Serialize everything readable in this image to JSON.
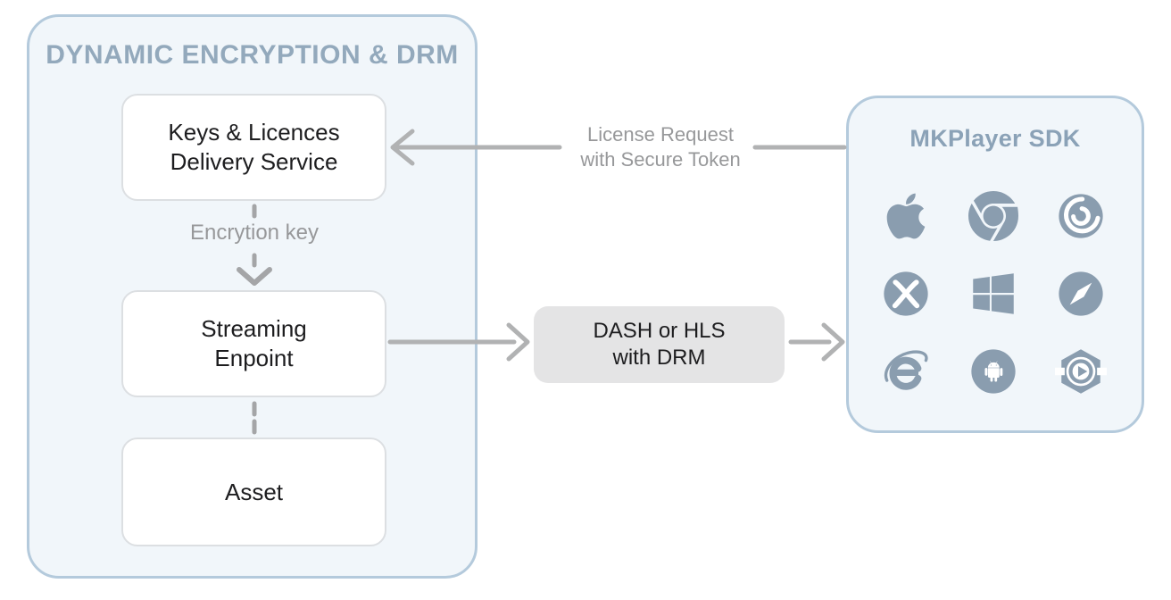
{
  "colors": {
    "panel_bg": "#f1f6fa",
    "panel_border": "#b4cadc",
    "drm_title": "#93a9bc",
    "sdk_title": "#8ba2b7",
    "icon": "#8a9daf",
    "box_border": "#dcdfe2",
    "box_text": "#1d1d1f",
    "gray_box_bg": "#e4e4e5",
    "arrow": "#b1b2b3",
    "dash": "#a4a5a7",
    "muted_label": "#97989a"
  },
  "drm_panel": {
    "title": "DYNAMIC ENCRYPTION & DRM",
    "keys_box": {
      "line1": "Keys & Licences",
      "line2": "Delivery Service"
    },
    "streaming_box": {
      "line1": "Streaming",
      "line2": "Enpoint"
    },
    "asset_box": {
      "label": "Asset"
    },
    "encryption_key_label": "Encrytion key"
  },
  "flow": {
    "license_request": {
      "line1": "License Request",
      "line2": "with Secure Token"
    },
    "dash_box": {
      "line1": "DASH or HLS",
      "line2": "with DRM"
    }
  },
  "sdk_panel": {
    "title": "MKPlayer SDK",
    "icons": [
      "apple",
      "chrome",
      "firefox",
      "xbox",
      "windows",
      "safari",
      "internet-explorer",
      "android",
      "media-player"
    ]
  }
}
